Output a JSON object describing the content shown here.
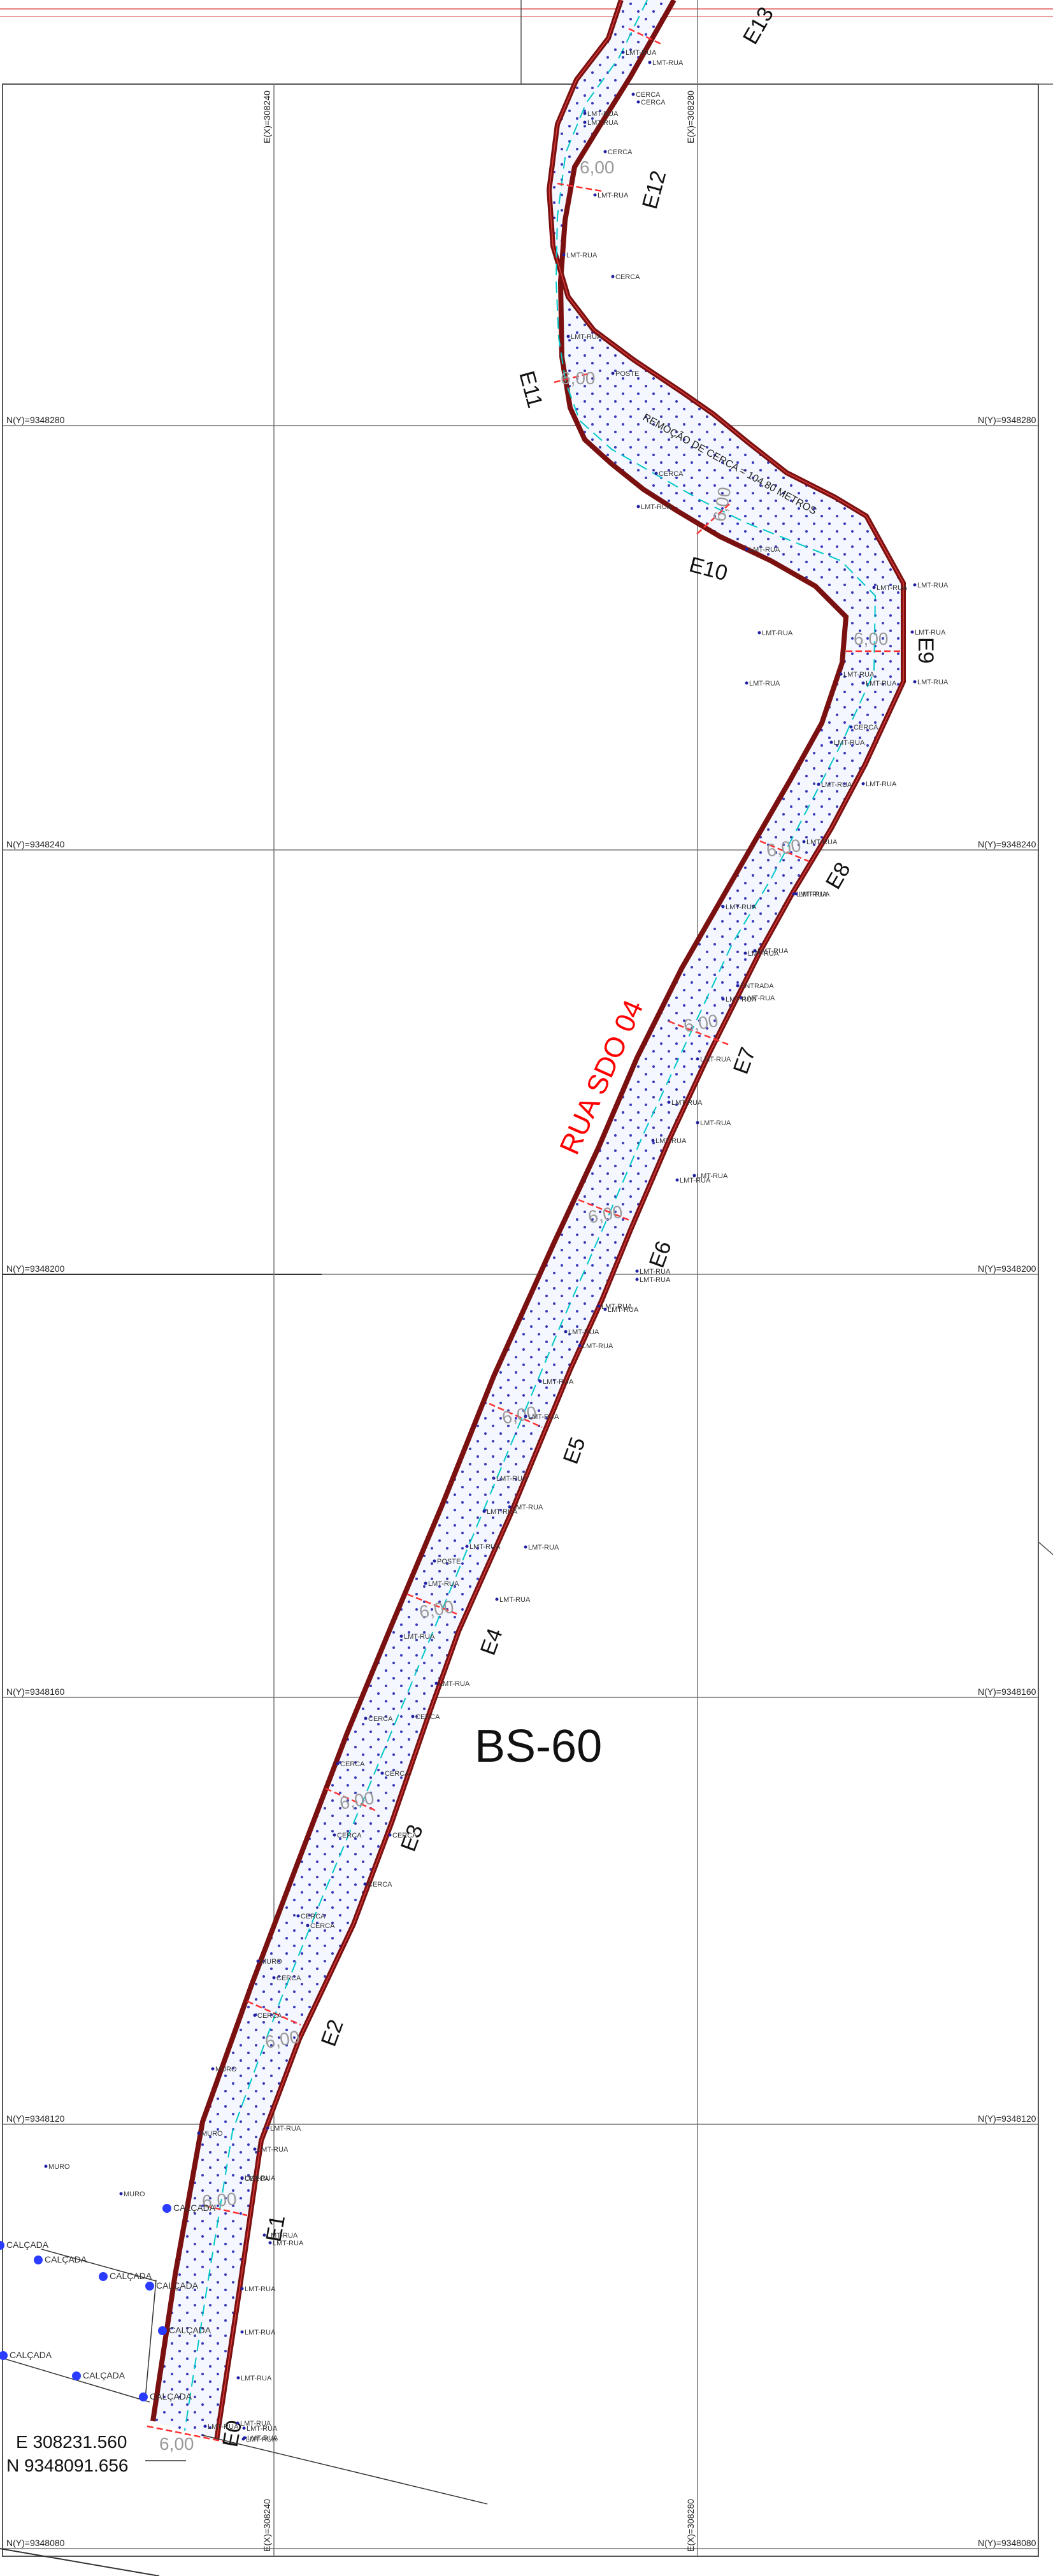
{
  "grid": {
    "north_labels": [
      "N(Y)=9348280",
      "N(Y)=9348280",
      "N(Y)=9348240",
      "N(Y)=9348240",
      "N(Y)=9348200",
      "N(Y)=9348200",
      "N(Y)=9348160",
      "N(Y)=9348160",
      "N(Y)=9348120",
      "N(Y)=9348120",
      "N(Y)=9348080",
      "N(Y)=9348080"
    ],
    "east_labels": [
      "E(X)=308240",
      "E(X)=308280",
      "E(X)=308240",
      "E(X)=308280"
    ]
  },
  "street": {
    "name": "RUA SDO 04",
    "block": "BS-60",
    "note": "REMOÇÃO DE CERCA = 104,80 METROS",
    "width_label": "6,00",
    "colors": {
      "edge": "#7a1010",
      "name": "#ff0000",
      "centerline": "#00c8c8",
      "section": "#ff3030",
      "fill_dot": "#3a3ab8",
      "point": "#2020a0"
    }
  },
  "stations": [
    "E0",
    "E1",
    "E2",
    "E3",
    "E4",
    "E5",
    "E6",
    "E7",
    "E8",
    "E9",
    "E10",
    "E11",
    "E12",
    "E13"
  ],
  "point_labels": [
    "LMT-RUA",
    "LMT-RUA",
    "CERCA",
    "LMT-RUA",
    "LMT-RUA",
    "CERCA",
    "CERCA",
    "LMT-RUA",
    "CERCA",
    "LMT-RUA",
    "POSTE",
    "LMT-RUA",
    "CERCA",
    "LMT-RUA",
    "LMT-RUA",
    "LMT-RUA",
    "LMT-RUA",
    "LMT-RUA",
    "CERCA",
    "LMT-RUA",
    "LMT-RUA",
    "LMT-RUA",
    "LMT-RUA",
    "LMT-RUA",
    "LMT-RUA",
    "LMT-RUA",
    "LMT-RUA",
    "LMT-RUA",
    "LMT-RUA",
    "LMT-RUA",
    "LMT-RUA",
    "LMT-RUA",
    "LMT-RUA",
    "LMT-RUA",
    "LMT-RUA",
    "LMT-RUA",
    "LMT-RUA",
    "ENTRADA",
    "LMT-RUA",
    "LMT-RUA",
    "LMT-RUA",
    "LMT-RUA",
    "LMT-RUA",
    "LMT-RUA",
    "LMT-RUA",
    "LMT-RUA",
    "LMT-RUA",
    "LMT-RUA",
    "LMT-RUA",
    "LMT-RUA",
    "LMT-RUA",
    "LMT-RUA",
    "LMT-RUA",
    "LMT-RUA",
    "LMT-RUA",
    "POSTE",
    "LMT-RUA",
    "LMT-RUA",
    "LMT-RUA",
    "LMT-RUA",
    "CERCA",
    "CERCA",
    "CERCA",
    "CERCA",
    "CERCA",
    "CERCA",
    "CERCA",
    "CERCA",
    "CERCA",
    "CERCA",
    "MURO",
    "CERCA",
    "MURO",
    "LMT-RUA",
    "CERCA",
    "MURO",
    "LMT-RUA",
    "LMT-RUA",
    "LMT-RUA",
    "LMT-RUA",
    "LMT-RUA",
    "LMT-RUA",
    "LMT-RUA",
    "LMT-RUA",
    "LMT-RUA",
    "LMT-RUA",
    "LMT-RUA",
    "LMT-RUA",
    "MURO",
    "MURO",
    "CALÇADA",
    "CALÇADA",
    "CALÇADA",
    "CALÇADA",
    "CALÇADA",
    "CALÇADA",
    "CALÇADA",
    "CALÇADA",
    "CALÇADA"
  ],
  "coordinates": {
    "east": "E 308231.560",
    "north": "N 9348091.656"
  }
}
